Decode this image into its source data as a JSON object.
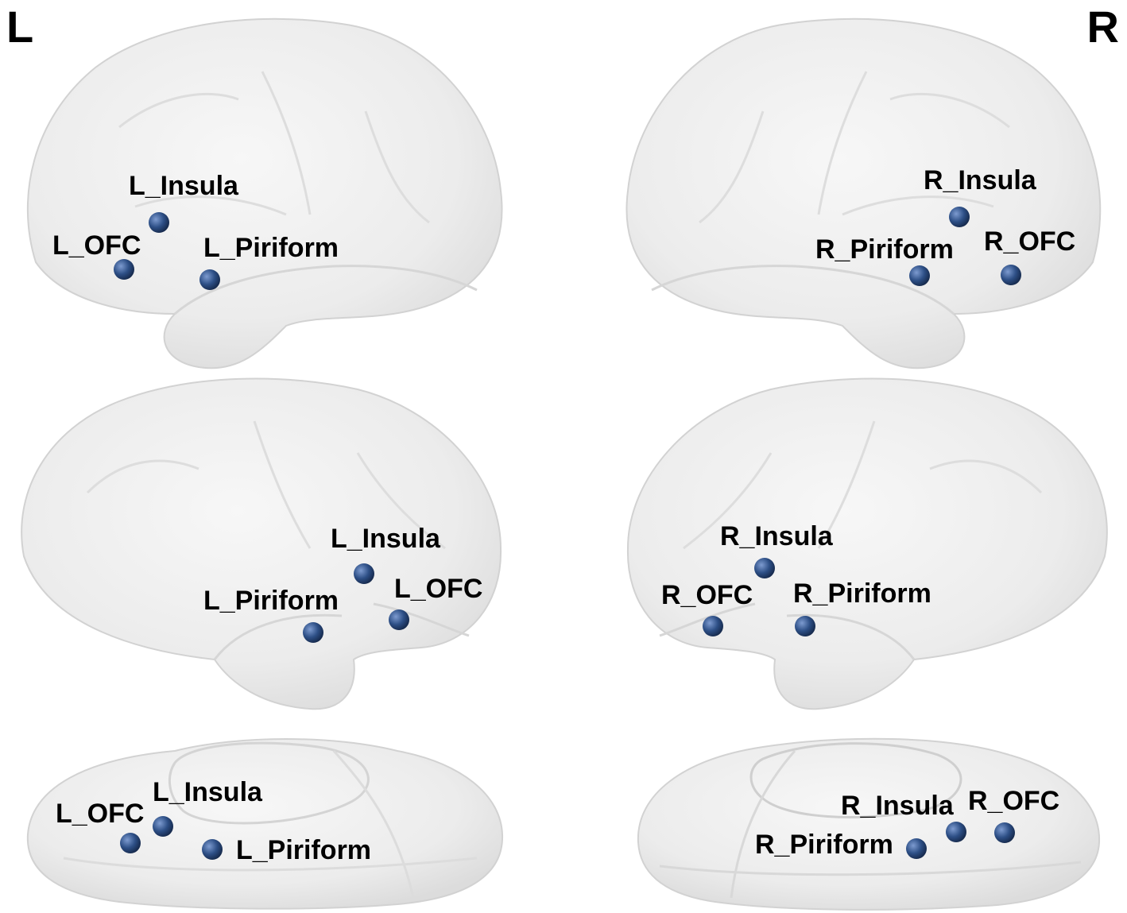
{
  "side_labels": {
    "left": "L",
    "right": "R"
  },
  "colors": {
    "marker": "#2d4f86",
    "surface": "#ececec",
    "surface_edge": "#cfcfcf"
  },
  "views": [
    {
      "id": "left-lateral",
      "labels": {
        "insula": "L_Insula",
        "ofc": "L_OFC",
        "piriform": "L_Piriform"
      }
    },
    {
      "id": "right-lateral",
      "labels": {
        "insula": "R_Insula",
        "ofc": "R_OFC",
        "piriform": "R_Piriform"
      }
    },
    {
      "id": "left-medial",
      "labels": {
        "insula": "L_Insula",
        "ofc": "L_OFC",
        "piriform": "L_Piriform"
      }
    },
    {
      "id": "right-medial",
      "labels": {
        "insula": "R_Insula",
        "ofc": "R_OFC",
        "piriform": "R_Piriform"
      }
    },
    {
      "id": "left-ventral",
      "labels": {
        "insula": "L_Insula",
        "ofc": "L_OFC",
        "piriform": "L_Piriform"
      }
    },
    {
      "id": "right-ventral",
      "labels": {
        "insula": "R_Insula",
        "ofc": "R_OFC",
        "piriform": "R_Piriform"
      }
    }
  ]
}
